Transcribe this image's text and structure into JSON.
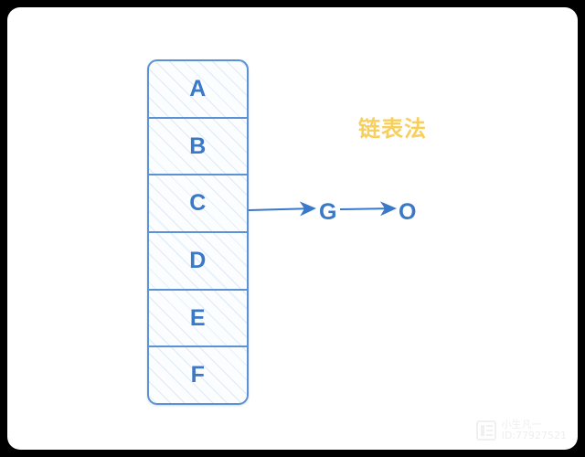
{
  "canvas": {
    "background_color": "#ffffff",
    "frame_color": "#000000"
  },
  "diagram": {
    "type": "hash-table-separate-chaining",
    "accent_blue": "#3a78c8",
    "border_blue": "#5b92d6",
    "bucket_column": {
      "name": "hash-bucket-column",
      "cells": [
        {
          "label": "A"
        },
        {
          "label": "B"
        },
        {
          "label": "C"
        },
        {
          "label": "D"
        },
        {
          "label": "E"
        },
        {
          "label": "F"
        }
      ]
    },
    "chain": {
      "source_cell": "C",
      "nodes": [
        {
          "label": "G"
        },
        {
          "label": "O"
        }
      ],
      "arrows": [
        {
          "name": "arrow-c-to-g",
          "from": "C",
          "to": "G"
        },
        {
          "name": "arrow-g-to-o",
          "from": "G",
          "to": "O"
        }
      ]
    }
  },
  "annotation": {
    "text": "链表法",
    "color": "#f7cf5c"
  },
  "watermark": {
    "logo_name": "csdn-logo-icon",
    "author": "小生凡一",
    "id": "ID:77927521"
  }
}
